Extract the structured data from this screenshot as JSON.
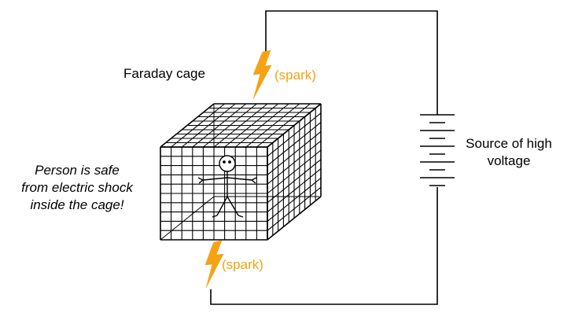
{
  "labels": {
    "cage": "Faraday cage",
    "spark_top": "(spark)",
    "spark_bottom": "(spark)",
    "person_note": [
      "Person is safe",
      "from electric shock",
      "inside the cage!"
    ],
    "source": [
      "Source of high",
      "voltage"
    ]
  },
  "colors": {
    "spark": "#F5A214",
    "line": "#000000",
    "background": "#FFFFFF"
  },
  "icons": {
    "spark": "lightning-bolt-icon",
    "battery": "battery-stack-icon",
    "person": "stick-figure-icon"
  }
}
